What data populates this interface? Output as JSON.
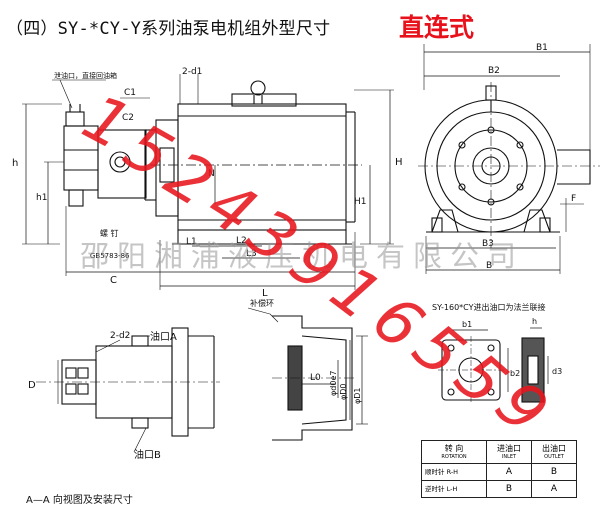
{
  "title": {
    "main": "（四）SY-*CY-Y系列油泵电机组外型尺寸",
    "emphasis": "直连式"
  },
  "labels": {
    "drain_note": "泄油口，直接回油箱",
    "C1": "C1",
    "C2": "C2",
    "d1": "2-d1",
    "h": "h",
    "h1": "h1",
    "N": "N",
    "H": "H",
    "H1": "H1",
    "bolt": "螺 钉",
    "bolt_std": "GB5783-86",
    "L1": "L1",
    "L2": "L2",
    "L3": "L3",
    "C": "C",
    "L": "L",
    "B1": "B1",
    "B2": "B2",
    "B3": "B3",
    "B": "B",
    "F": "F",
    "d2": "2-d2",
    "oil_a": "油口A",
    "oil_b": "油口B",
    "D": "D",
    "seal_ring": "补偿环",
    "L0": "L0",
    "D0": "φD0",
    "D1": "φD1",
    "d0e7": "φd0e7",
    "flange_note": "SY-160*CY进出油口为法兰联接",
    "b1": "b1",
    "b2": "b2",
    "h_small": "h",
    "d3": "d3",
    "bottom_note": "A—A 向视图及安装尺寸"
  },
  "rotation_table": {
    "headers": [
      {
        "main": "转 向",
        "sub": "ROTATION"
      },
      {
        "main": "进油口",
        "sub": "INLET"
      },
      {
        "main": "出油口",
        "sub": "OUTLET"
      }
    ],
    "rows": [
      {
        "rotation": "顺时针 R-H",
        "inlet": "A",
        "outlet": "B"
      },
      {
        "rotation": "逆时针 L-H",
        "inlet": "B",
        "outlet": "A"
      }
    ]
  },
  "watermark": {
    "phone": "15243916559",
    "company": "邵阳湘浦液压机电有限公司"
  }
}
